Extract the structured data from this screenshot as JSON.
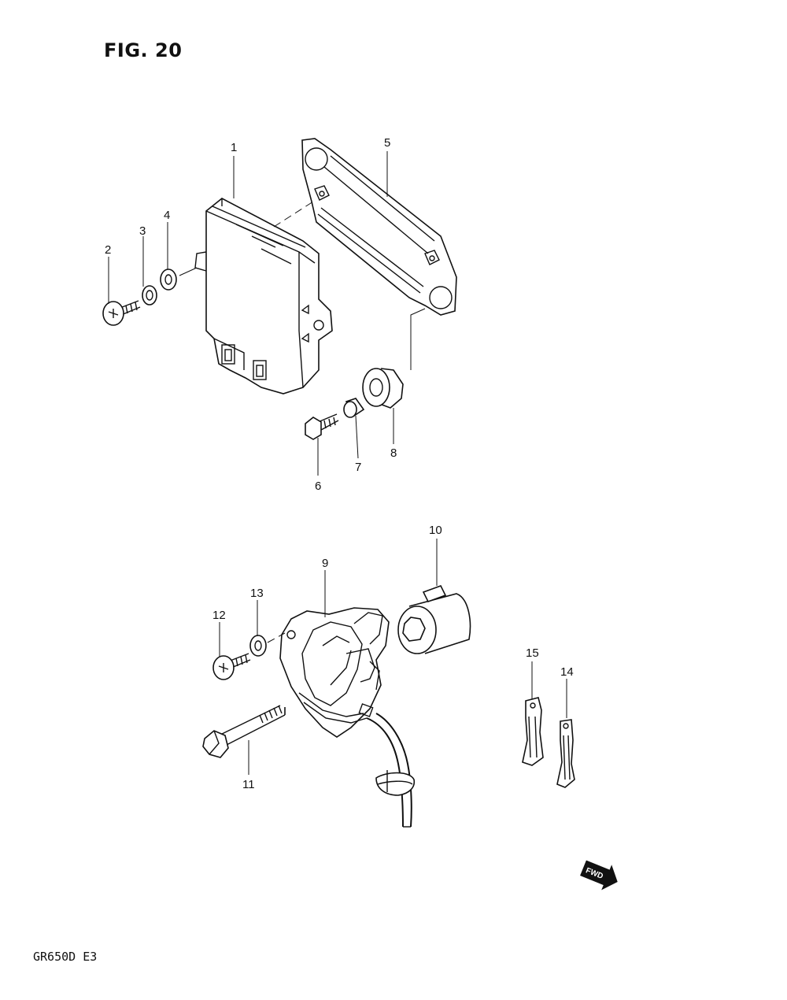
{
  "figure": {
    "title": "FIG. 20",
    "model_code": "GR650D E3",
    "forward_marker": "FWD"
  },
  "parts": [
    {
      "ref": "1"
    },
    {
      "ref": "2"
    },
    {
      "ref": "3"
    },
    {
      "ref": "4"
    },
    {
      "ref": "5"
    },
    {
      "ref": "6"
    },
    {
      "ref": "7"
    },
    {
      "ref": "8"
    },
    {
      "ref": "9"
    },
    {
      "ref": "10"
    },
    {
      "ref": "11"
    },
    {
      "ref": "12"
    },
    {
      "ref": "13"
    },
    {
      "ref": "14"
    },
    {
      "ref": "15"
    }
  ]
}
